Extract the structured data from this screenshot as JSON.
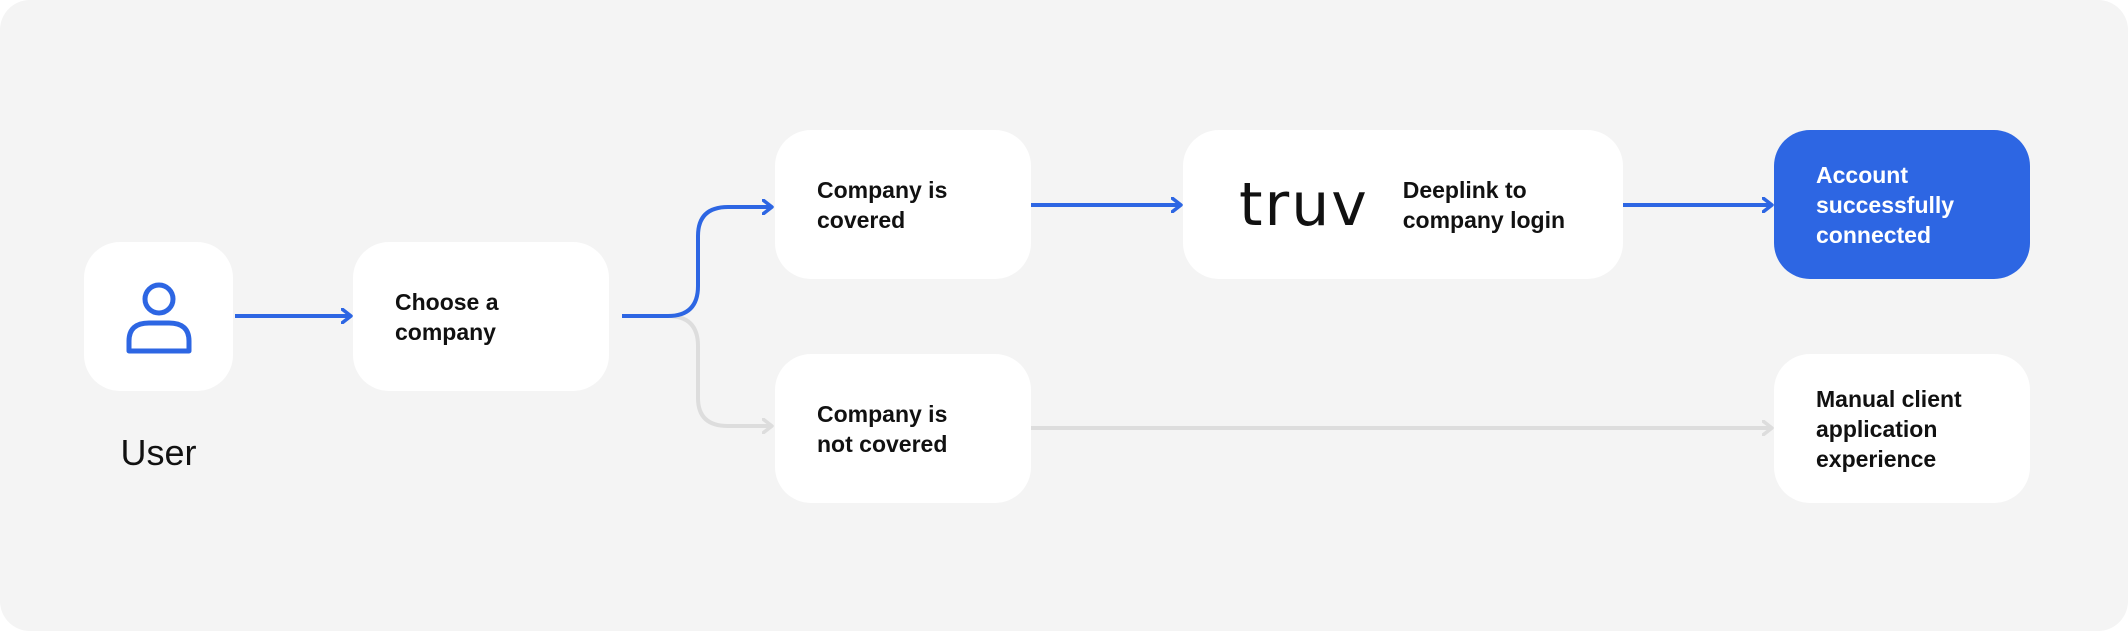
{
  "diagram": {
    "user_caption": "User",
    "nodes": {
      "choose": "Choose a company",
      "covered": "Company is covered",
      "not_covered": "Company is not covered",
      "brand_logo": "truv",
      "deeplink": "Deeplink to company login",
      "success": "Account successfully connected",
      "manual": "Manual client application experience"
    },
    "icons": {
      "user": "user-icon"
    },
    "colors": {
      "background": "#f4f4f4",
      "node": "#ffffff",
      "accent": "#2d66e3",
      "inactive_connector": "#dddddd",
      "text": "#111111"
    }
  }
}
